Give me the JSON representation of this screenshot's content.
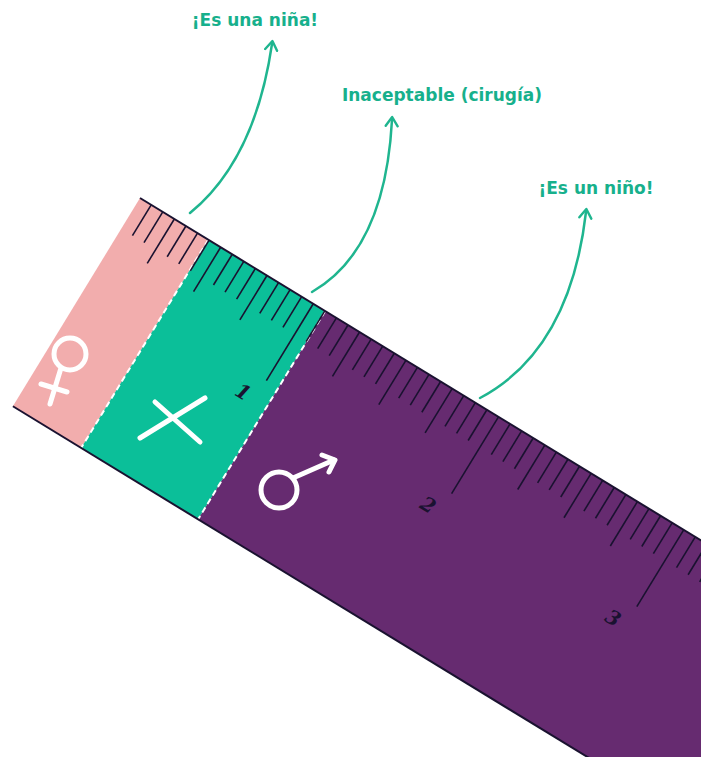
{
  "diagram": {
    "labels": [
      "¡Es una niña!",
      "Inaceptable (cirugía)",
      "¡Es un niño!",
      "1",
      "2",
      "3"
    ]
  }
}
